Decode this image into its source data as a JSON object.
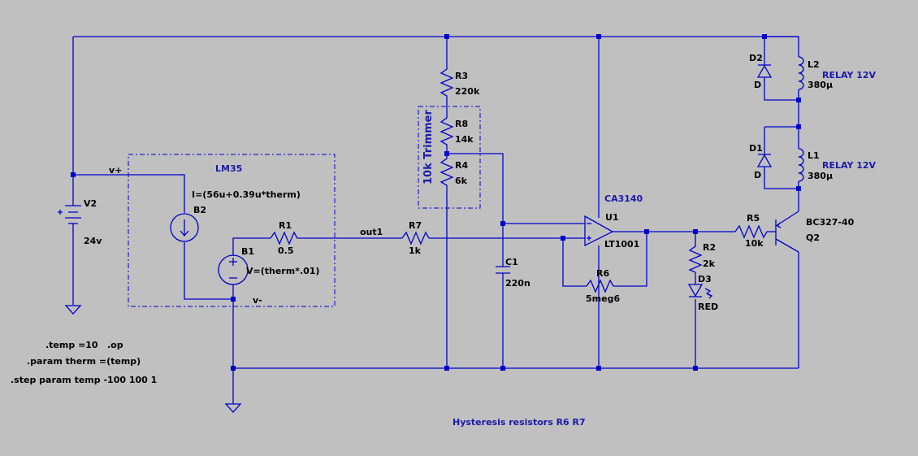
{
  "components": {
    "V2": {
      "name": "V2",
      "value": "24v"
    },
    "B2": {
      "name": "B2",
      "expr": "I=(56u+0.39u*therm)"
    },
    "B1": {
      "name": "B1",
      "expr": "V=(therm*.01)"
    },
    "R1": {
      "name": "R1",
      "value": "0.5"
    },
    "R7": {
      "name": "R7",
      "value": "1k"
    },
    "R3": {
      "name": "R3",
      "value": "220k"
    },
    "R8": {
      "name": "R8",
      "value": "14k"
    },
    "R4": {
      "name": "R4",
      "value": "6k"
    },
    "C1": {
      "name": "C1",
      "value": "220n"
    },
    "U1": {
      "name": "U1",
      "model": "LT1001",
      "label": "CA3140"
    },
    "R6": {
      "name": "R6",
      "value": "5meg6"
    },
    "R2": {
      "name": "R2",
      "value": "2k"
    },
    "D3": {
      "name": "D3",
      "value": "RED"
    },
    "R5": {
      "name": "R5",
      "value": "10k"
    },
    "Q2": {
      "name": "Q2",
      "model": "BC327-40"
    },
    "D1": {
      "name": "D1",
      "model": "D"
    },
    "D2": {
      "name": "D2",
      "model": "D"
    },
    "L1": {
      "name": "L1",
      "value": "380μ",
      "label": "RELAY 12V"
    },
    "L2": {
      "name": "L2",
      "value": "380μ",
      "label": "RELAY 12V"
    }
  },
  "nets": {
    "vplus": "v+",
    "vminus": "v-",
    "out1": "out1"
  },
  "labels": {
    "lm35": "LM35",
    "trimmer": "10k Trimmer",
    "hysteresis": "Hysteresis resistors R6 R7"
  },
  "directives": {
    "temp": ".temp =10",
    "op": ".op",
    "param": ".param therm =(temp)",
    "step": ".step param temp -100 100 1"
  },
  "colors": {
    "wire": "#0000cc",
    "background": "#c0c0c0",
    "label": "#1a1aaa"
  }
}
